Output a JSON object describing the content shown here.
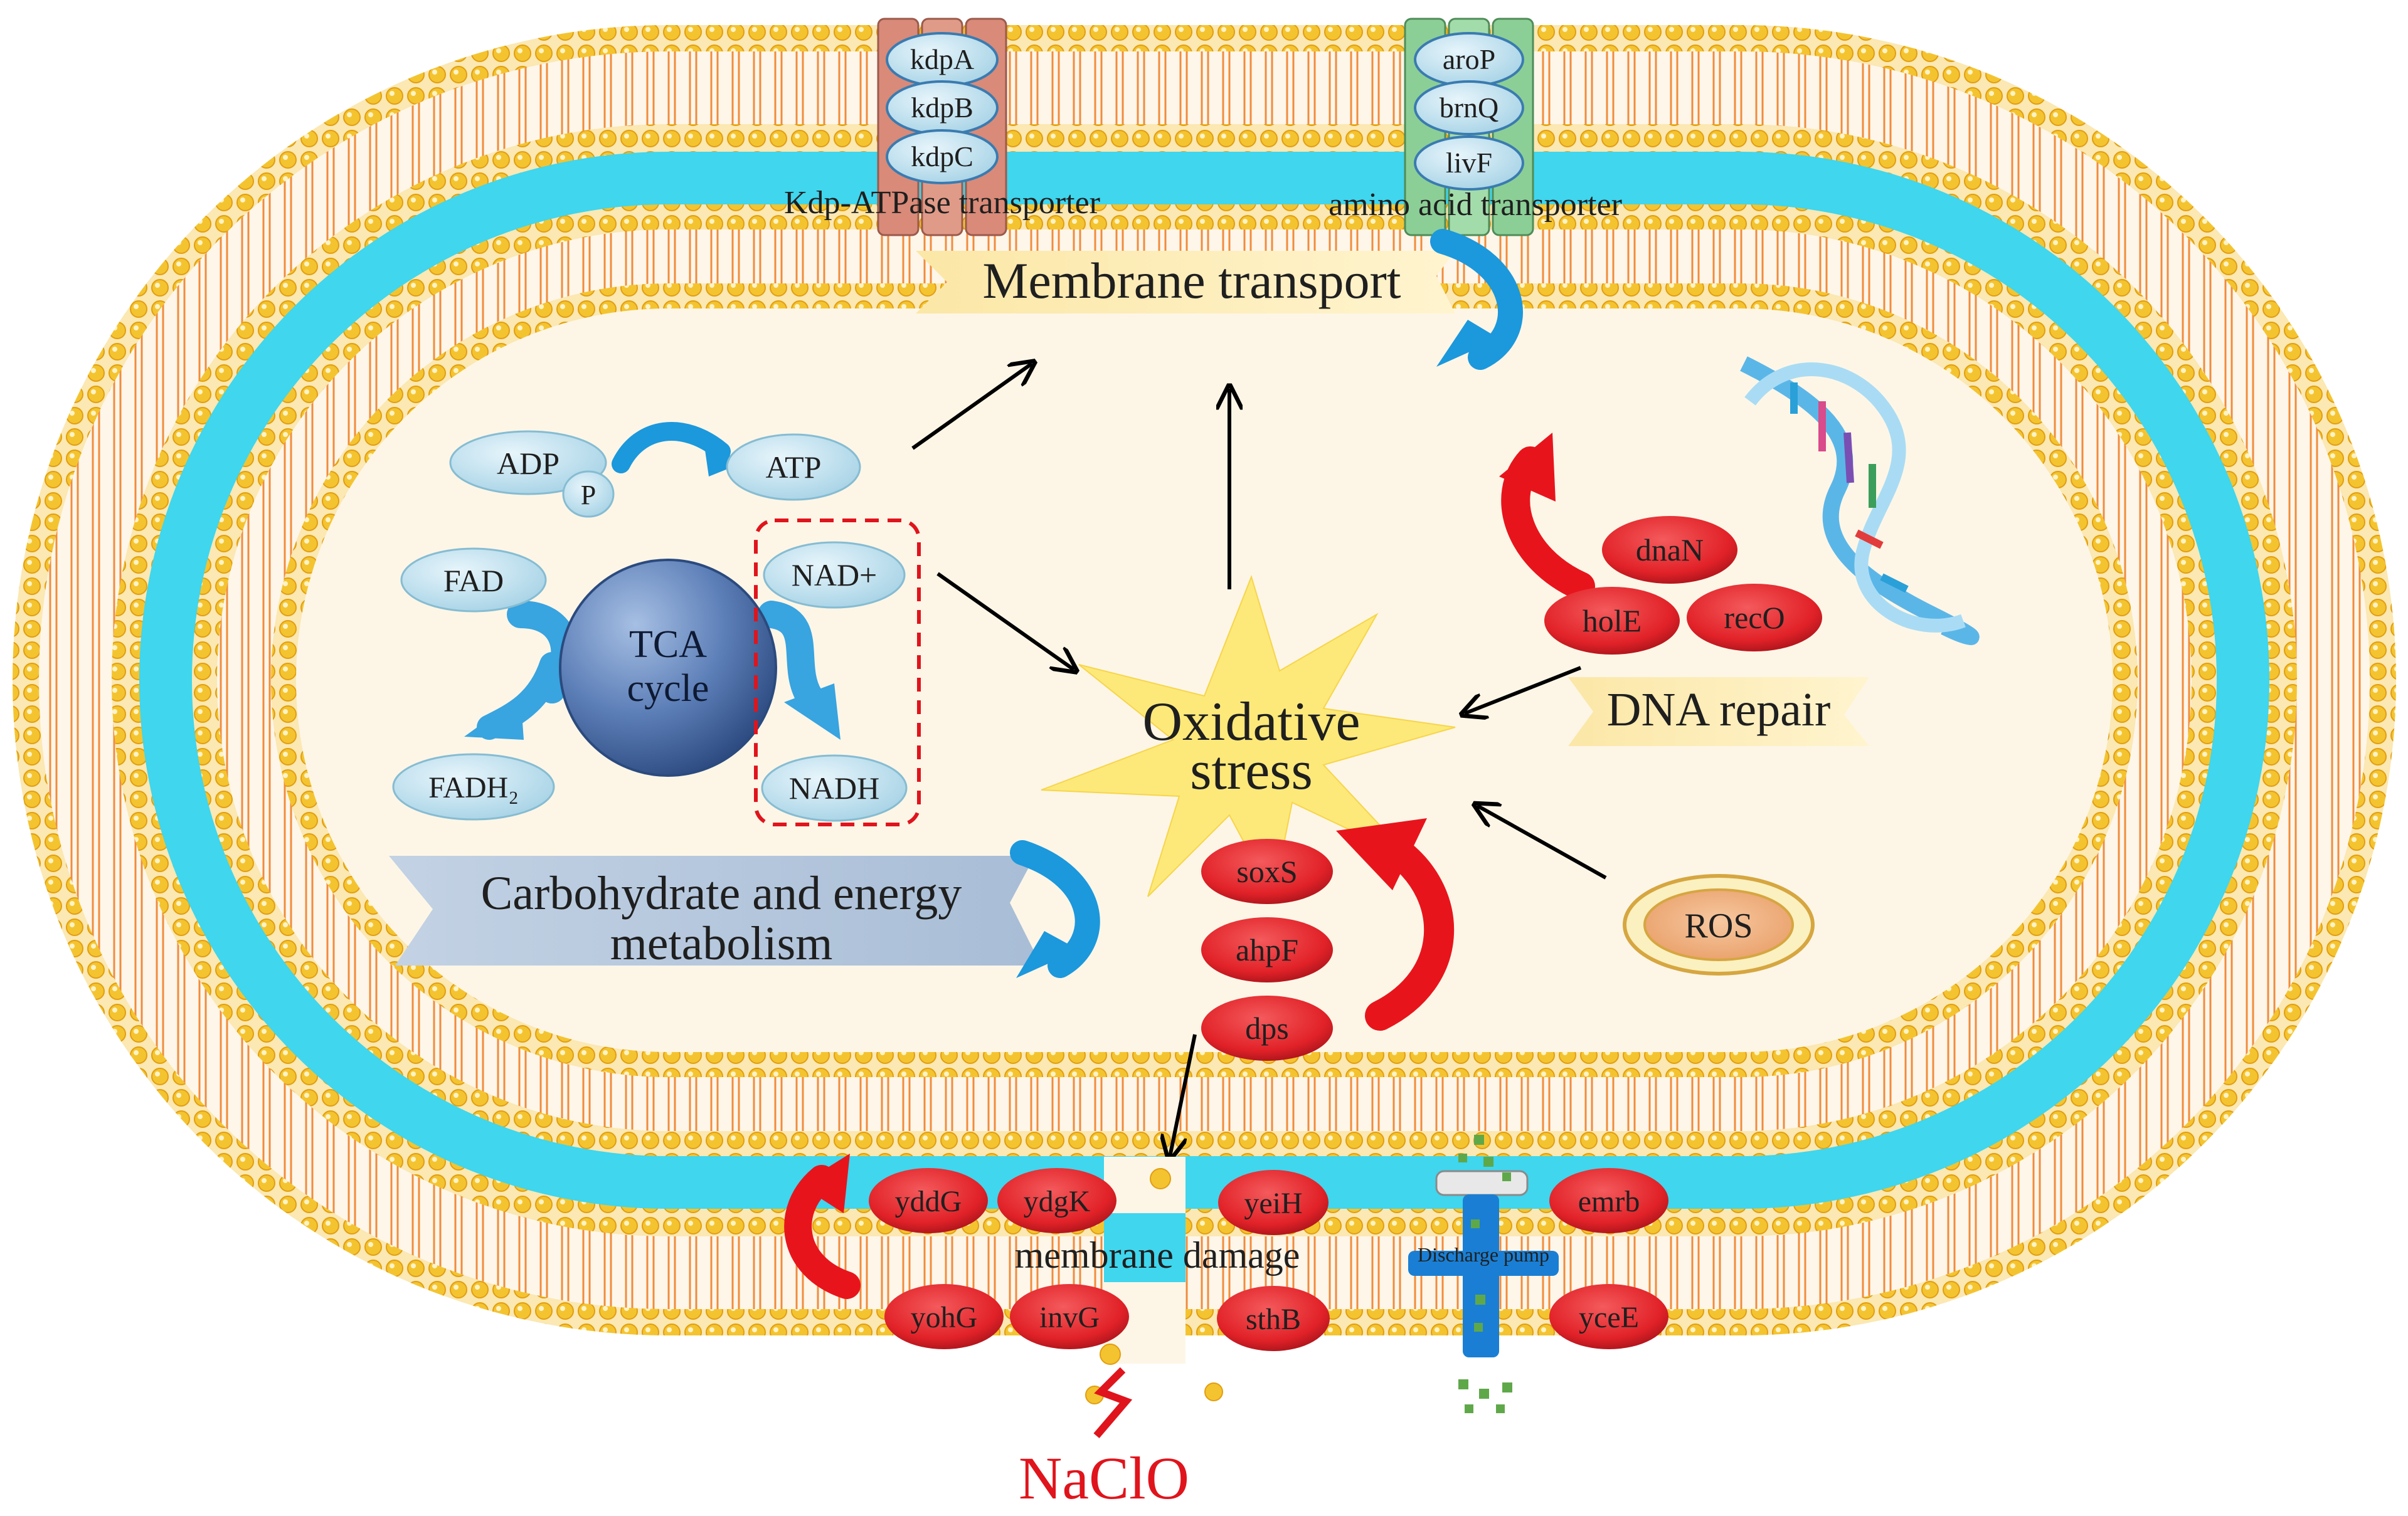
{
  "colors": {
    "outer_membrane_head": "#f4c430",
    "periplasm": "#3fd6ee",
    "cytoplasm": "#fdf6e7",
    "gene_red": "#e8262c",
    "metabolite_blue": "#bfe0ec",
    "transport_banner": "#fbe7a6",
    "carb_banner": "#b8c9dc",
    "arrow_blue": "#1c98dc",
    "arrow_red": "#e8141c",
    "stress_star": "#fce97a"
  },
  "transporters": {
    "kdp": {
      "genes": [
        "kdpA",
        "kdpB",
        "kdpC"
      ],
      "label": "Kdp-ATPase transporter"
    },
    "amino": {
      "genes": [
        "aroP",
        "brnQ",
        "livF"
      ],
      "label": "amino acid transporter"
    }
  },
  "membrane_transport": {
    "label": "Membrane transport"
  },
  "energy": {
    "adp": "ADP",
    "p": "P",
    "atp": "ATP",
    "fad": "FAD",
    "fadh2": "FADH₂",
    "nad_plus": "NAD+",
    "nadh": "NADH",
    "tca_line1": "TCA",
    "tca_line2": "cycle"
  },
  "carbohydrate": {
    "line1": "Carbohydrate and energy",
    "line2": "metabolism"
  },
  "oxidative": {
    "line1": "Oxidative",
    "line2": "stress"
  },
  "stress_genes": [
    "soxS",
    "ahpF",
    "dps"
  ],
  "dna_repair": {
    "genes": [
      "dnaN",
      "holE",
      "recO"
    ],
    "label": "DNA repair"
  },
  "ros": {
    "label": "ROS"
  },
  "membrane_damage": {
    "label": "membrane damage",
    "outer_genes": [
      "yddG",
      "ydgK",
      "yeiH",
      "emrb"
    ],
    "inner_genes": [
      "yohG",
      "invG",
      "sthB",
      "yceE"
    ]
  },
  "pump": {
    "label": "Discharge pump"
  },
  "naclo": {
    "label": "NaClO"
  }
}
